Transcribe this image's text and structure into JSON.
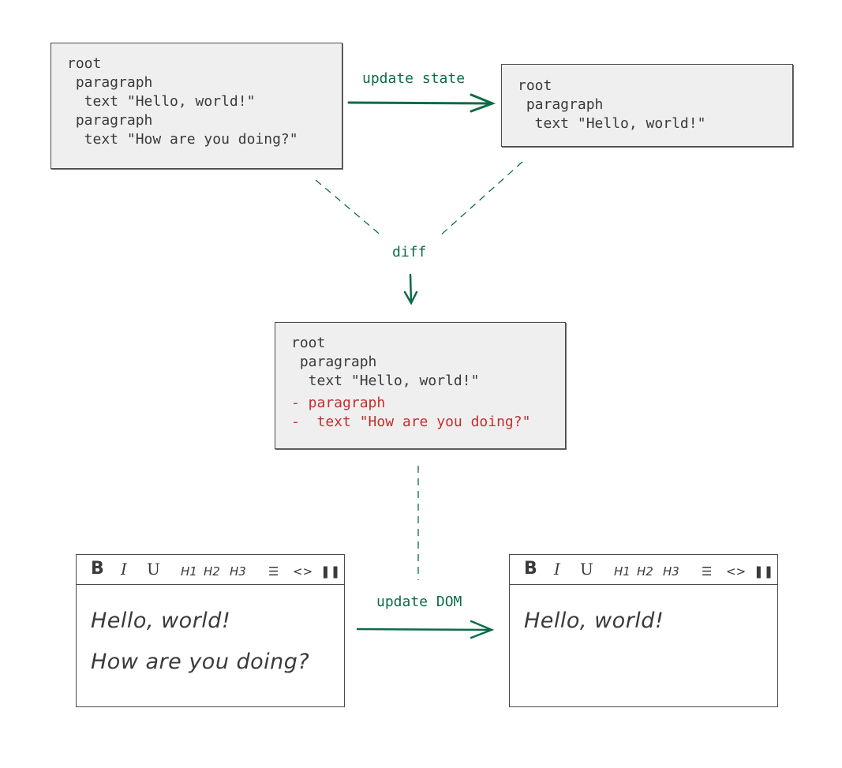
{
  "old_tree": [
    "root",
    " paragraph",
    "  text \"Hello, world!\"",
    " paragraph",
    "  text \"How are you doing?\""
  ],
  "new_tree": [
    "root",
    " paragraph",
    "  text \"Hello, world!\""
  ],
  "diff_tree": {
    "kept": [
      "root",
      " paragraph",
      "  text \"Hello, world!\""
    ],
    "removed": [
      "- paragraph",
      "-  text \"How are you doing?\""
    ]
  },
  "labels": {
    "update_state": "update state",
    "diff": "diff",
    "update_dom": "update DOM"
  },
  "toolbar": {
    "bold": "B",
    "italic": "I",
    "underline": "U",
    "h1": "H1",
    "h2": "H2",
    "h3": "H3",
    "list_icon": "list-icon",
    "code_icon": "code-icon",
    "quote_icon": "quote-icon"
  },
  "editor_before": [
    "Hello, world!",
    "How are you doing?"
  ],
  "editor_after": [
    "Hello, world!"
  ],
  "colors": {
    "accent": "#0d6b47",
    "removed": "#c62d2d",
    "box_fill": "#efefef",
    "stroke": "#4a4a4a"
  }
}
